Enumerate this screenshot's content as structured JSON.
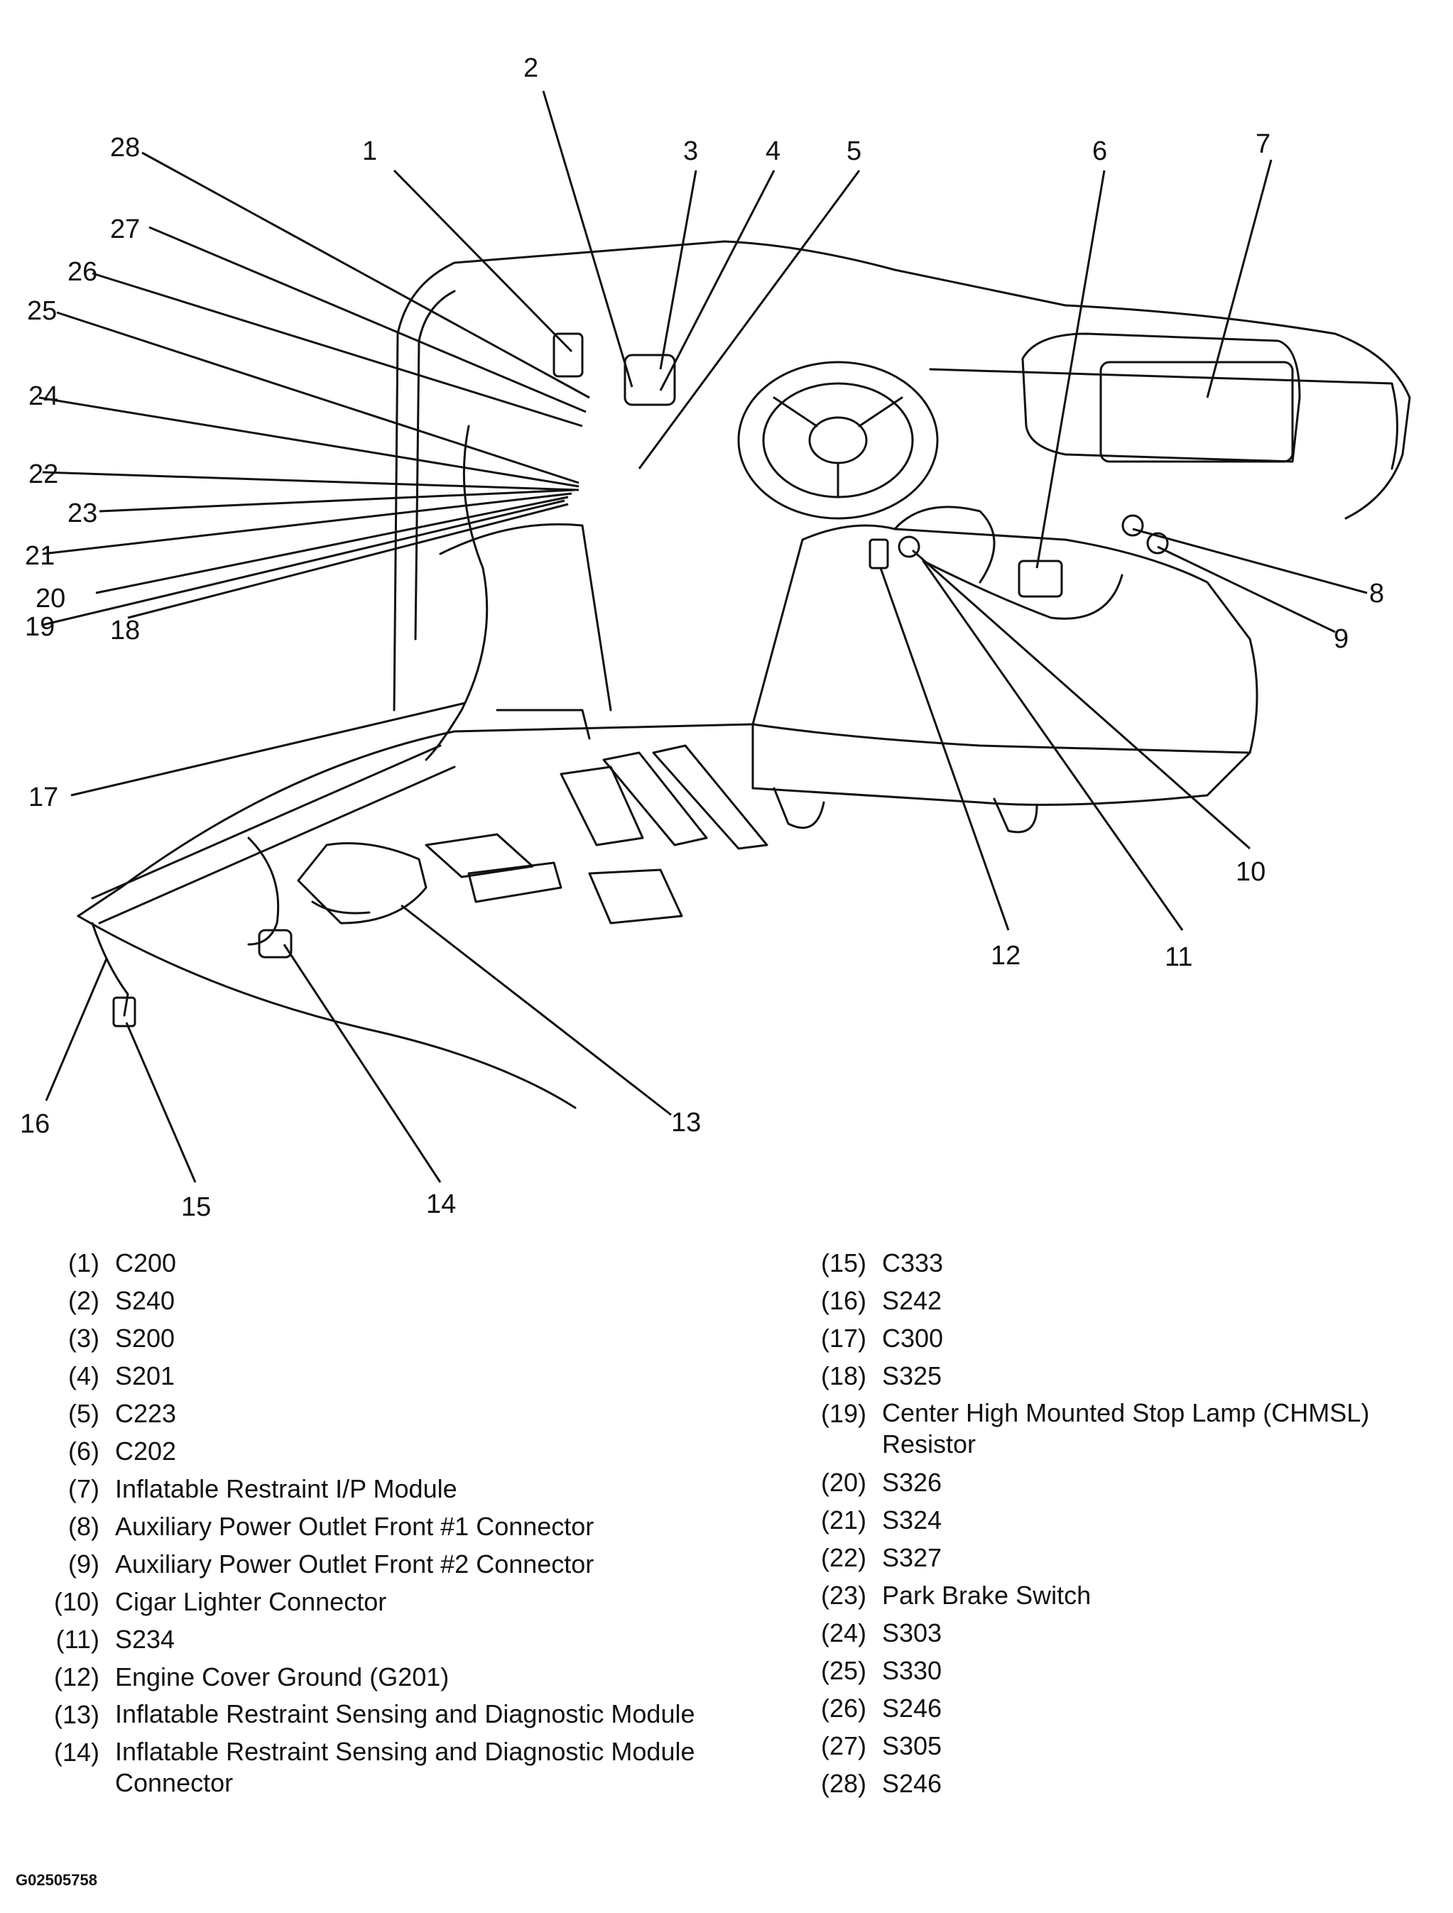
{
  "callouts": {
    "c1": "1",
    "c2": "2",
    "c3": "3",
    "c4": "4",
    "c5": "5",
    "c6": "6",
    "c7": "7",
    "c8": "8",
    "c9": "9",
    "c10": "10",
    "c11": "11",
    "c12": "12",
    "c13": "13",
    "c14": "14",
    "c15": "15",
    "c16": "16",
    "c17": "17",
    "c18": "18",
    "c19": "19",
    "c20": "20",
    "c21": "21",
    "c22": "22",
    "c23": "23",
    "c24": "24",
    "c25": "25",
    "c26": "26",
    "c27": "27",
    "c28": "28"
  },
  "legend_left": [
    {
      "num": "(1)",
      "text": "C200"
    },
    {
      "num": "(2)",
      "text": "S240"
    },
    {
      "num": "(3)",
      "text": "S200"
    },
    {
      "num": "(4)",
      "text": "S201"
    },
    {
      "num": "(5)",
      "text": "C223"
    },
    {
      "num": "(6)",
      "text": "C202"
    },
    {
      "num": "(7)",
      "text": "Inflatable Restraint I/P Module"
    },
    {
      "num": "(8)",
      "text": "Auxiliary Power Outlet Front #1 Connector"
    },
    {
      "num": "(9)",
      "text": "Auxiliary Power Outlet Front #2 Connector"
    },
    {
      "num": "(10)",
      "text": "Cigar Lighter Connector"
    },
    {
      "num": "(11)",
      "text": "S234"
    },
    {
      "num": "(12)",
      "text": "Engine Cover Ground (G201)"
    },
    {
      "num": "(13)",
      "text": "Inflatable Restraint Sensing and Diagnostic Module"
    },
    {
      "num": "(14)",
      "text": "Inflatable Restraint Sensing and Diagnostic Module Connector"
    }
  ],
  "legend_right": [
    {
      "num": "(15)",
      "text": "C333"
    },
    {
      "num": "(16)",
      "text": "S242"
    },
    {
      "num": "(17)",
      "text": "C300"
    },
    {
      "num": "(18)",
      "text": "S325"
    },
    {
      "num": "(19)",
      "text": "Center High Mounted Stop Lamp (CHMSL) Resistor"
    },
    {
      "num": "(20)",
      "text": "S326"
    },
    {
      "num": "(21)",
      "text": "S324"
    },
    {
      "num": "(22)",
      "text": "S327"
    },
    {
      "num": "(23)",
      "text": "Park Brake Switch"
    },
    {
      "num": "(24)",
      "text": "S303"
    },
    {
      "num": "(25)",
      "text": "S330"
    },
    {
      "num": "(26)",
      "text": "S246"
    },
    {
      "num": "(27)",
      "text": "S305"
    },
    {
      "num": "(28)",
      "text": "S246"
    }
  ],
  "figure_id": "G02505758"
}
